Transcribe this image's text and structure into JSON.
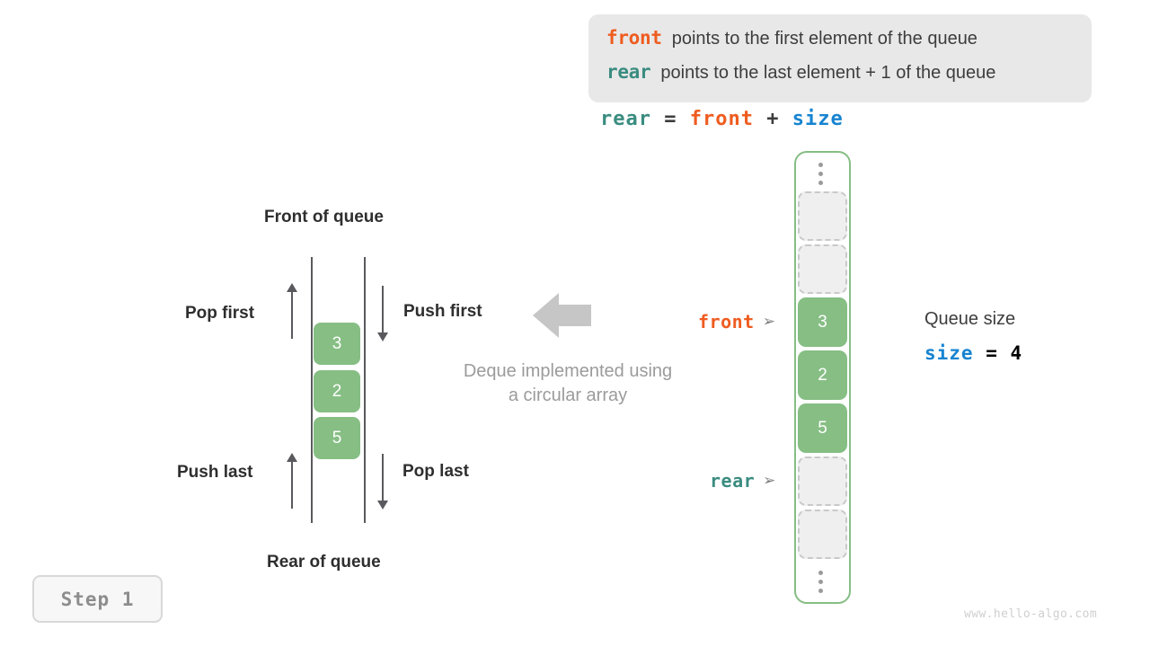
{
  "info_box": {
    "lines": [
      {
        "keyword": "front",
        "keyword_color": "#ef5c20",
        "text": "points to the first element of the queue"
      },
      {
        "keyword": "rear",
        "keyword_color": "#3a8c80",
        "text": "points to the last element + 1 of the queue"
      }
    ]
  },
  "formula": {
    "lhs": "rear",
    "eq": "=",
    "rhs1": "front",
    "plus": "+",
    "rhs2": "size",
    "full": "rear = front + size"
  },
  "deque_diagram": {
    "front_of_queue": "Front of queue",
    "rear_of_queue": "Rear of queue",
    "pop_first": "Pop first",
    "push_first": "Push first",
    "push_last": "Push last",
    "pop_last": "Pop last",
    "caption_line1": "Deque implemented using",
    "caption_line2": "a circular array",
    "stack_values": [
      "3",
      "2",
      "5"
    ]
  },
  "circular_array": {
    "top_ellipsis": "⋮",
    "bottom_ellipsis": "⋮",
    "cells": [
      {
        "value": "",
        "state": "empty"
      },
      {
        "value": "",
        "state": "empty"
      },
      {
        "value": "3",
        "state": "filled"
      },
      {
        "value": "2",
        "state": "filled"
      },
      {
        "value": "5",
        "state": "filled"
      },
      {
        "value": "",
        "state": "empty"
      },
      {
        "value": "",
        "state": "empty"
      }
    ],
    "pointers": [
      {
        "label": "front",
        "color": "#ef5c20",
        "target_index": 2,
        "marker": "➢"
      },
      {
        "label": "rear",
        "color": "#3a8c80",
        "target_index": 5,
        "marker": "➢"
      }
    ]
  },
  "queue_size": {
    "title": "Queue size",
    "var": "size",
    "eq": "=",
    "value": "4"
  },
  "step_badge": {
    "label": "Step 1"
  },
  "watermark": {
    "text": "www.hello-algo.com"
  },
  "colors": {
    "green": "#86be84",
    "orange": "#ef5c20",
    "teal": "#3a8c80",
    "blue": "#1784d1",
    "gray_text": "#3d3d3d",
    "muted": "#9b9b9b"
  }
}
